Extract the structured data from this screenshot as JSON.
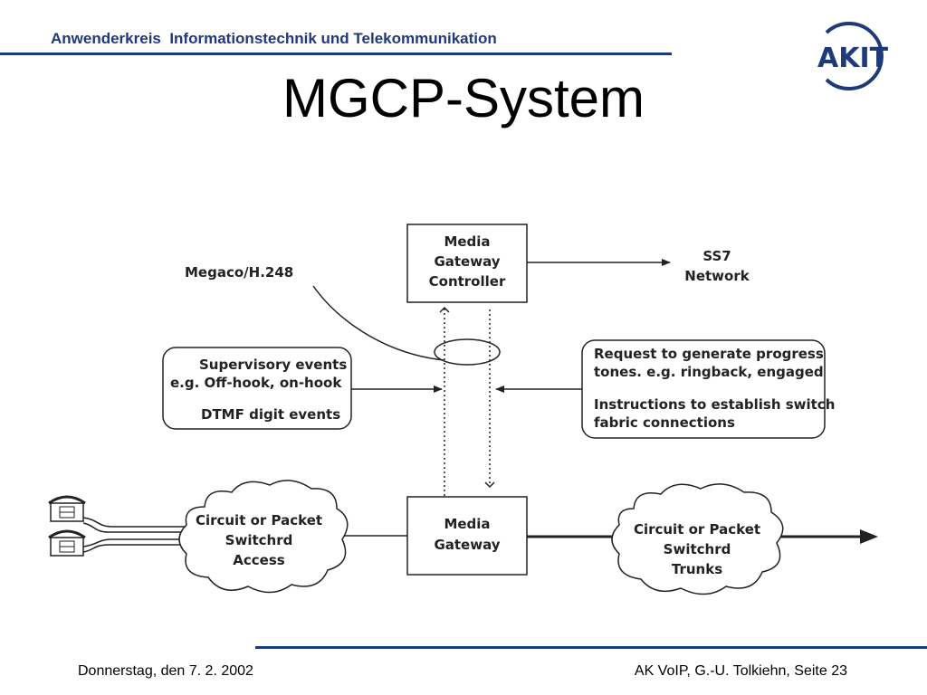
{
  "header": {
    "organization": "Anwenderkreis  Informationstechnik und Telekommunikation",
    "title": "MGCP-System",
    "logo_text": "AKIT"
  },
  "diagram": {
    "mgc": [
      "Media",
      "Gateway",
      "Controller"
    ],
    "ss7": [
      "SS7",
      "Network"
    ],
    "megaco": "Megaco/H.248",
    "supervisory": [
      "Supervisory events",
      "e.g. Off-hook, on-hook",
      "DTMF digit events"
    ],
    "request": [
      "Request to generate progress",
      "tones. e.g. ringback, engaged",
      "Instructions to establish switch",
      "fabric connections"
    ],
    "access_cloud": [
      "Circuit or Packet",
      "Switchrd",
      "Access"
    ],
    "mg": [
      "Media",
      "Gateway"
    ],
    "trunks_cloud": [
      "Circuit or Packet",
      "Switchrd",
      "Trunks"
    ]
  },
  "footer": {
    "date": "Donnerstag, den 7. 2. 2002",
    "page_info": "AK VoIP, G.-U. Tolkiehn, Seite 23"
  },
  "colors": {
    "brand": "#1f3a7a"
  }
}
